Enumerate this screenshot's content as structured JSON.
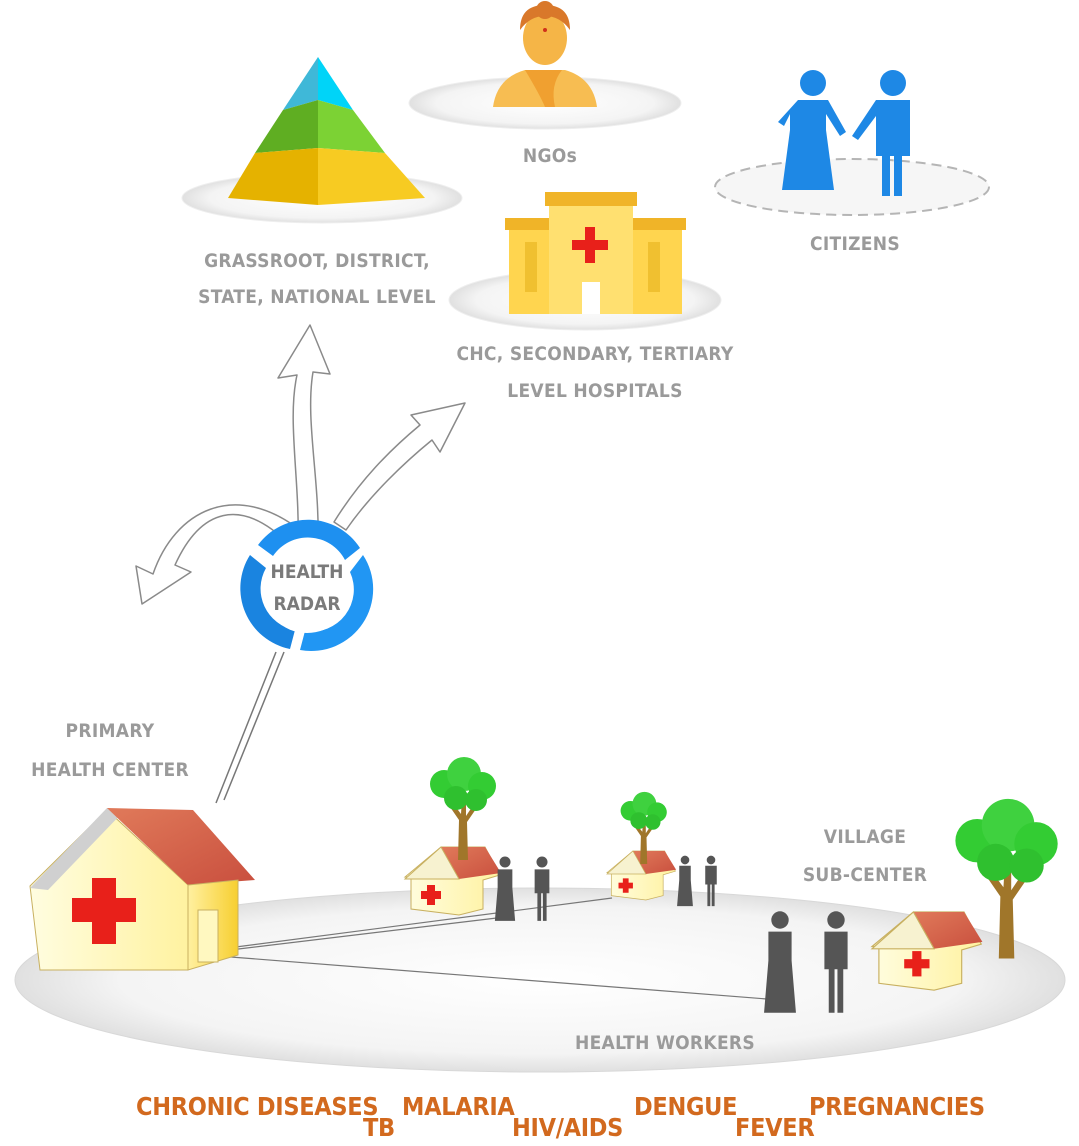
{
  "labels": {
    "pyramid_line1": "GRASSROOT, DISTRICT,",
    "pyramid_line2": "STATE, NATIONAL LEVEL",
    "ngos": "NGOs",
    "citizens": "CITIZENS",
    "hospitals_line1": "CHC, SECONDARY, TERTIARY",
    "hospitals_line2": "LEVEL HOSPITALS",
    "radar_line1": "HEALTH",
    "radar_line2": "RADAR",
    "phc_line1": "PRIMARY",
    "phc_line2": "HEALTH CENTER",
    "village_line1": "VILLAGE",
    "village_line2": "SUB-CENTER",
    "health_workers": "HEALTH WORKERS"
  },
  "diseases": [
    "CHRONIC DISEASES",
    "TB",
    "MALARIA",
    "HIV/AIDS",
    "DENGUE",
    "FEVER",
    "PREGNANCIES"
  ],
  "colors": {
    "label_gray": "#9a9a9a",
    "disease_orange": "#d2691e",
    "radar_blue": "#2196f3",
    "citizen_blue": "#1e88e5",
    "pyramid_top": "#00c8f0",
    "pyramid_middle": "#6cc02a",
    "pyramid_bottom": "#f5c518",
    "hospital_yellow": "#ffd54f",
    "cross_red": "#e8201a",
    "roof_red": "#d9534f",
    "tree_green": "#33cc33",
    "trunk_brown": "#a0762a",
    "person_gray": "#555555"
  },
  "icons": [
    "pyramid-icon",
    "ngo-woman-icon",
    "citizens-couple-icon",
    "hospital-building-icon",
    "health-radar-logo-icon",
    "primary-health-center-icon",
    "sub-center-house-icon",
    "tree-icon",
    "health-worker-pair-icon",
    "arrow-icon"
  ]
}
